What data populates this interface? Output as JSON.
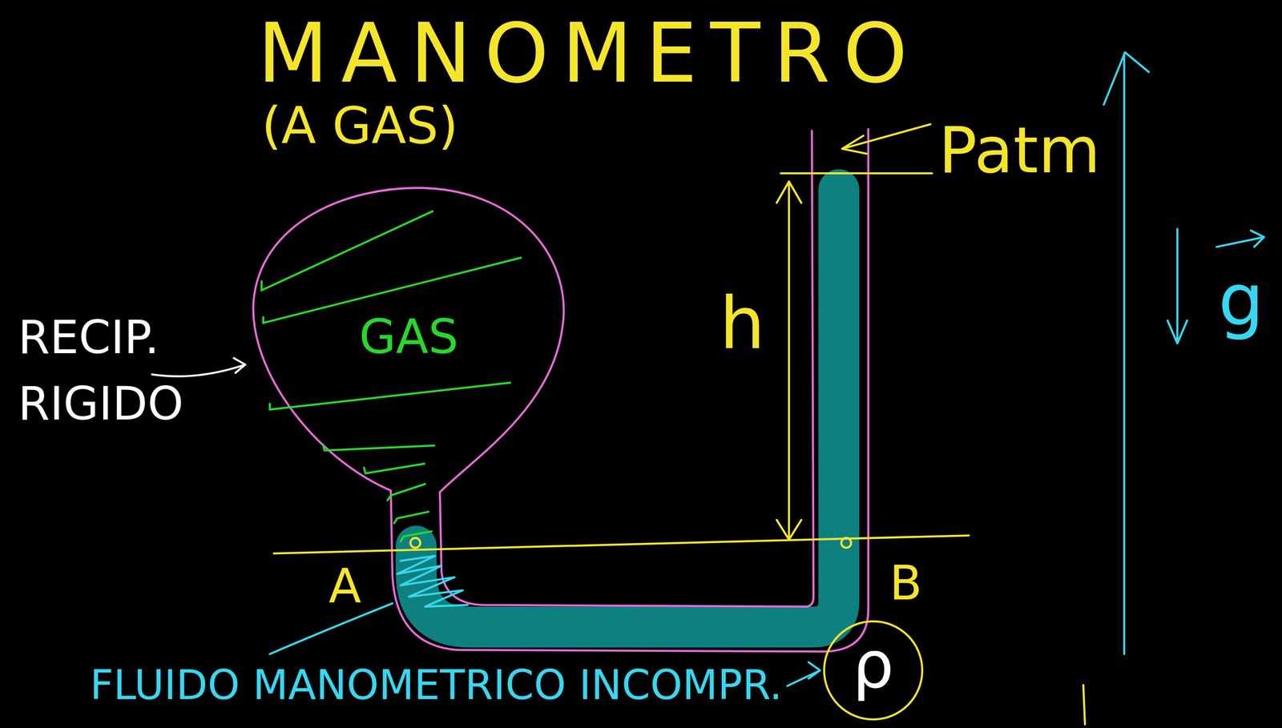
{
  "diagram": {
    "title": "MANOMETRO",
    "nodes": [
      {
        "text": [
          "GAS"
        ]
      },
      {
        "text": [
          "ρ"
        ]
      }
    ],
    "labels": [
      "(A GAS)",
      "RECIP. RIGIDO",
      "Patm",
      "h",
      "A",
      "B",
      "FLUIDO MANOMETRICO INCOMPR.",
      "g"
    ]
  }
}
